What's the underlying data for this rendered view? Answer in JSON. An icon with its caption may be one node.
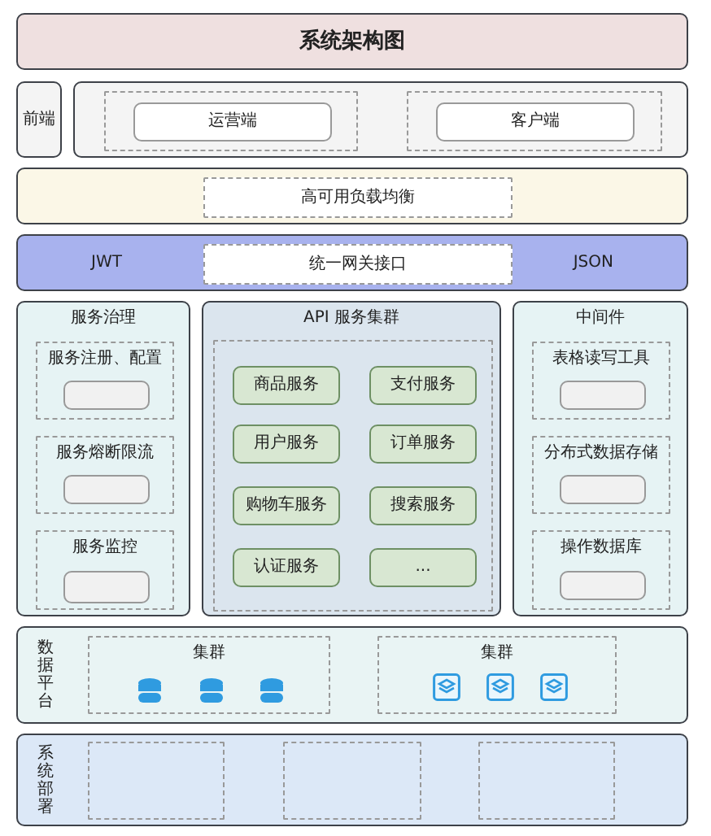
{
  "diagram": {
    "nodes": [
      {
        "text": [
          "系统架构图"
        ]
      },
      {
        "text": [
          "前端"
        ]
      },
      {
        "text": [],
        "shape": "box"
      },
      {
        "text": [],
        "shape": "box",
        "in": 2
      },
      {
        "text": [
          "运营端"
        ],
        "in": 3
      },
      {
        "text": [],
        "shape": "box",
        "in": 2
      },
      {
        "text": [
          "客户端"
        ],
        "in": 5
      },
      {
        "text": [],
        "shape": "box"
      },
      {
        "text": [
          "高可用负载均衡"
        ],
        "in": 7
      },
      {
        "text": [
          "JWT",
          "JSON"
        ]
      },
      {
        "text": [
          "统一网关接口"
        ],
        "in": 9
      },
      {
        "text": [
          "服务治理"
        ]
      },
      {
        "text": [
          "服务注册、配置"
        ],
        "in": 11
      },
      {
        "text": [],
        "shape": "box",
        "in": 12
      },
      {
        "text": [
          "服务熔断限流"
        ],
        "in": 11
      },
      {
        "text": [],
        "shape": "box",
        "in": 14
      },
      {
        "text": [
          "服务监控"
        ],
        "in": 11
      },
      {
        "text": [],
        "shape": "box",
        "in": 16
      },
      {
        "text": [
          "API 服务集群"
        ]
      },
      {
        "text": [],
        "shape": "box",
        "in": 18
      },
      {
        "text": [
          "商品服务"
        ],
        "in": 19
      },
      {
        "text": [
          "支付服务"
        ],
        "in": 19
      },
      {
        "text": [
          "用户服务"
        ],
        "in": 19
      },
      {
        "text": [
          "订单服务"
        ],
        "in": 19
      },
      {
        "text": [
          "购物车服务"
        ],
        "in": 19
      },
      {
        "text": [
          "搜索服务"
        ],
        "in": 19
      },
      {
        "text": [
          "认证服务"
        ],
        "in": 19
      },
      {
        "text": [
          "..."
        ],
        "in": 19
      },
      {
        "text": [
          "中间件"
        ]
      },
      {
        "text": [
          "表格读写工具"
        ],
        "in": 28
      },
      {
        "text": [],
        "shape": "box",
        "in": 29
      },
      {
        "text": [
          "分布式数据存储"
        ],
        "in": 28
      },
      {
        "text": [],
        "shape": "box",
        "in": 31
      },
      {
        "text": [
          "操作数据库"
        ],
        "in": 28
      },
      {
        "text": [],
        "shape": "box",
        "in": 33
      },
      {
        "text": [
          "数据平台"
        ]
      },
      {
        "text": [
          "集群"
        ],
        "in": 35
      },
      {
        "text": [
          "集群"
        ],
        "in": 35
      },
      {
        "text": [
          "系统部署"
        ]
      },
      {
        "text": [],
        "shape": "box",
        "in": 38
      },
      {
        "text": [],
        "shape": "box",
        "in": 38
      },
      {
        "text": [],
        "shape": "box",
        "in": 38
      }
    ]
  }
}
